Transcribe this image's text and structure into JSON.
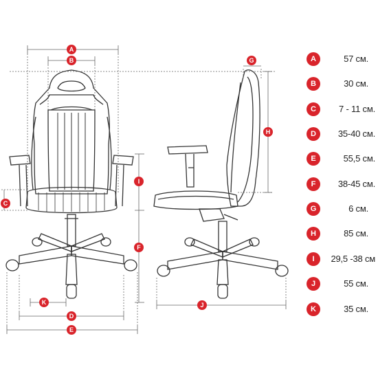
{
  "accent": "#d9242b",
  "legend": [
    {
      "letter": "A",
      "value": "57 см."
    },
    {
      "letter": "B",
      "value": "30 см."
    },
    {
      "letter": "C",
      "value": "7 - 11 см."
    },
    {
      "letter": "D",
      "value": "35-40 см."
    },
    {
      "letter": "E",
      "value": "55,5 см."
    },
    {
      "letter": "F",
      "value": "38-45 см."
    },
    {
      "letter": "G",
      "value": "6 см."
    },
    {
      "letter": "H",
      "value": "85 см."
    },
    {
      "letter": "I",
      "value": "29,5 -38 см"
    },
    {
      "letter": "J",
      "value": "55 см."
    },
    {
      "letter": "K",
      "value": "35 см."
    }
  ],
  "markers": {
    "A": "A",
    "B": "B",
    "C": "C",
    "D": "D",
    "E": "E",
    "F": "F",
    "G": "G",
    "H": "H",
    "I": "I",
    "J": "J",
    "K": "K"
  }
}
